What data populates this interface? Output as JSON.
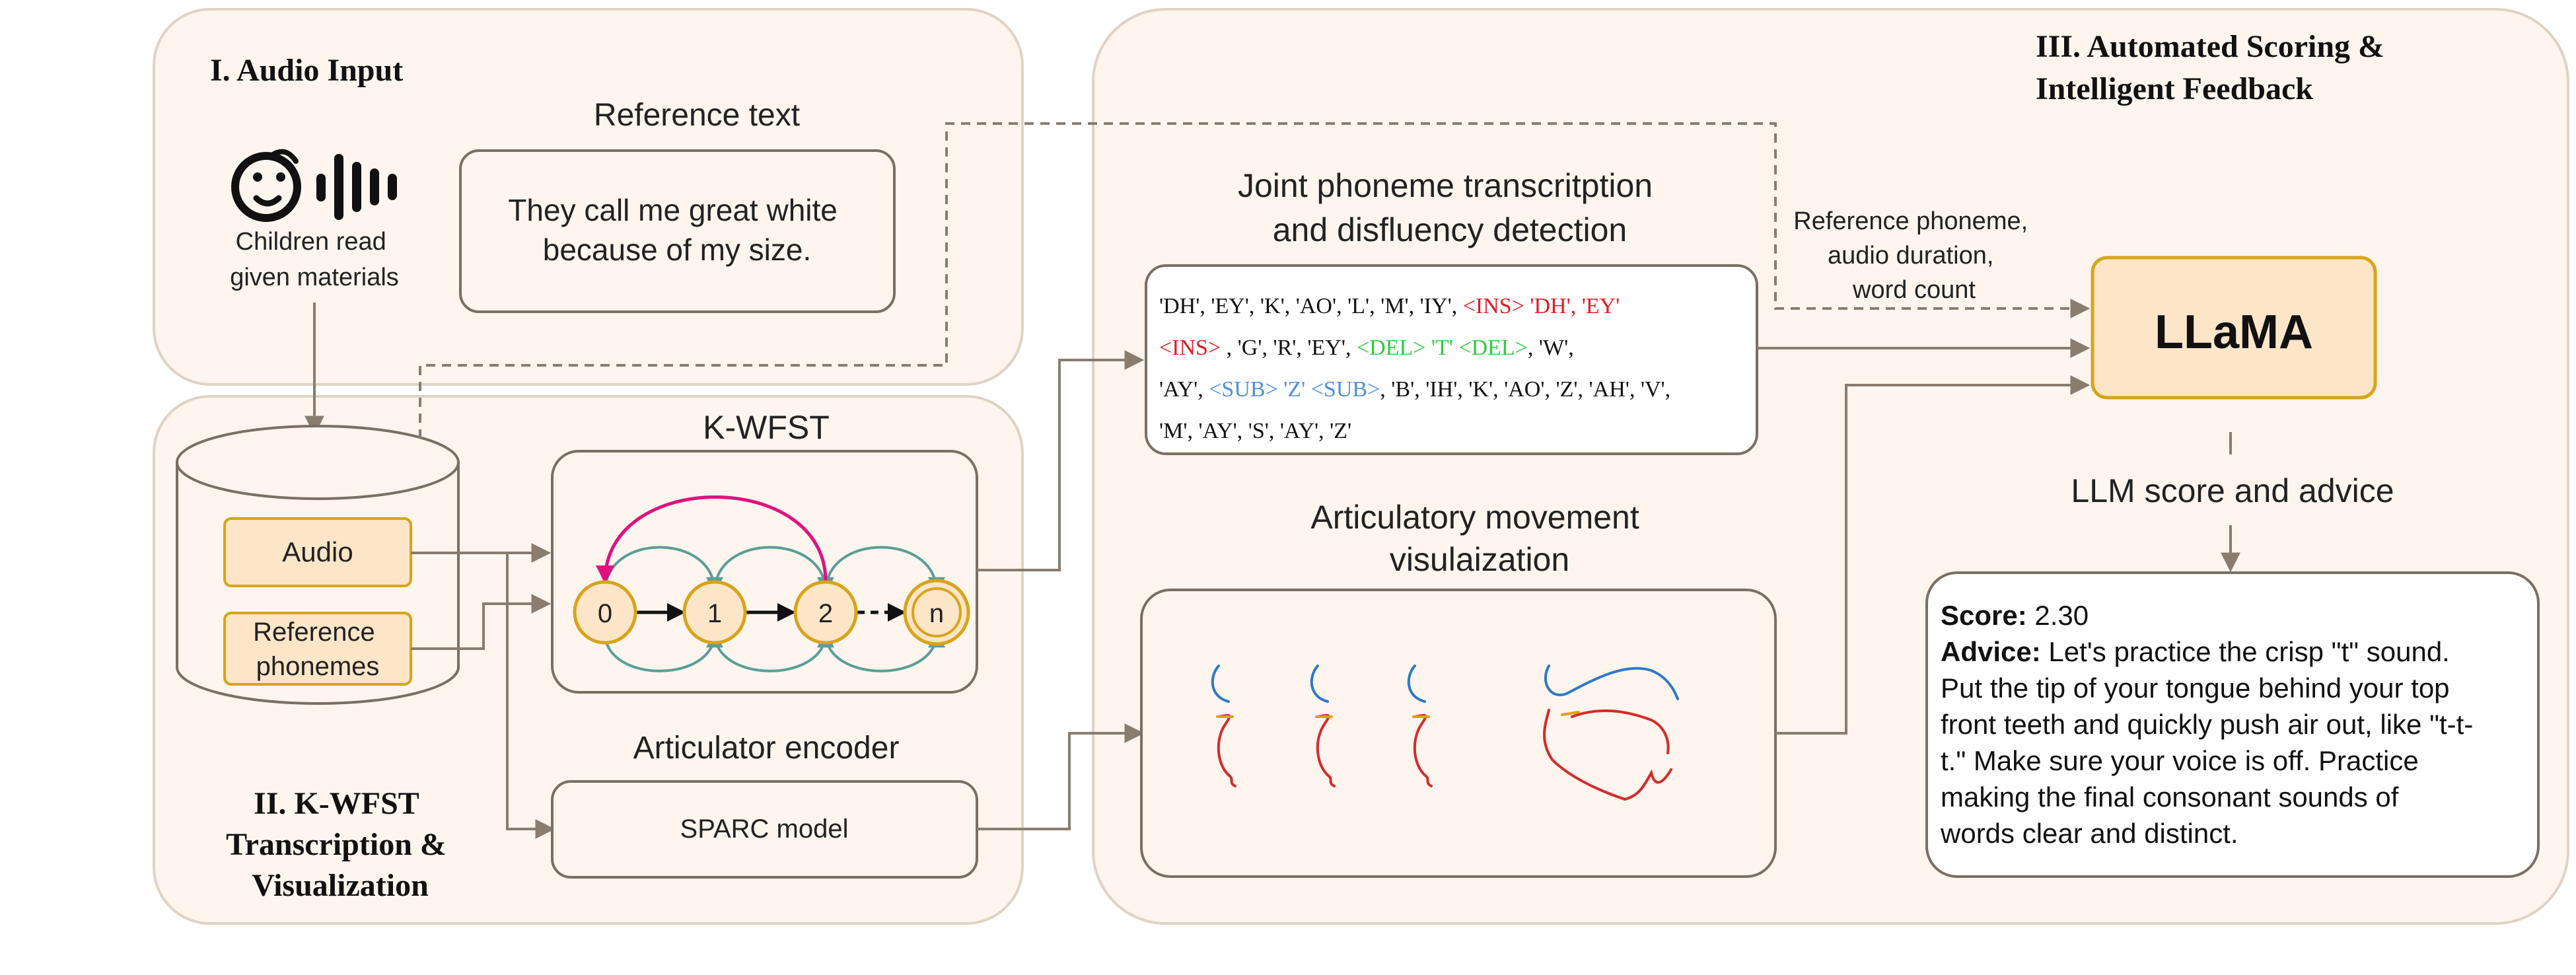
{
  "sections": {
    "audio_input": {
      "title": "I. Audio Input"
    },
    "kwfst": {
      "title_lines": [
        "II. K-WFST",
        "Transcription &",
        "Visualization"
      ]
    },
    "scoring": {
      "title_lines": [
        "III. Automated Scoring &",
        "Intelligent Feedback"
      ]
    }
  },
  "audio_input": {
    "caption_lines": [
      "Children read",
      "given materials"
    ],
    "reference_label": "Reference text",
    "reference_text_lines": [
      "They call me great white",
      "because of my size."
    ]
  },
  "database": {
    "audio_label": "Audio",
    "phonemes_label_lines": [
      "Reference",
      "phonemes"
    ]
  },
  "kwfst": {
    "label": "K-WFST",
    "states": [
      "0",
      "1",
      "2",
      "n"
    ]
  },
  "encoder": {
    "label": "Articulator encoder",
    "model_label": "SPARC model"
  },
  "transcription": {
    "title_lines": [
      "Joint phoneme transcritption",
      "and disfluency detection"
    ],
    "lines": [
      [
        {
          "text": "'DH', 'EY', 'K', 'AO', 'L', 'M', 'IY', ",
          "kind": "normal"
        },
        {
          "text": "<INS> 'DH', 'EY'",
          "kind": "ins"
        }
      ],
      [
        {
          "text": "<INS>",
          "kind": "ins"
        },
        {
          "text": " , 'G', 'R', 'EY', ",
          "kind": "normal"
        },
        {
          "text": "<DEL> 'T' <DEL>",
          "kind": "del"
        },
        {
          "text": ", 'W',",
          "kind": "normal"
        }
      ],
      [
        {
          "text": "'AY', ",
          "kind": "normal"
        },
        {
          "text": "<SUB> 'Z' <SUB>",
          "kind": "sub"
        },
        {
          "text": ", 'B', 'IH', 'K', 'AO', 'Z', 'AH', 'V',",
          "kind": "normal"
        }
      ],
      [
        {
          "text": "'M', 'AY', 'S', 'AY', 'Z'",
          "kind": "normal"
        }
      ]
    ]
  },
  "visualization": {
    "title_lines": [
      "Articulatory movement",
      "visulaization"
    ]
  },
  "llm": {
    "name": "LLaMA",
    "inputs_label_lines": [
      "Reference phoneme,",
      "audio duration,",
      "word count"
    ],
    "output_label": "LLM score and advice"
  },
  "feedback": {
    "score_label": "Score:",
    "score_value": "2.30",
    "advice_label": "Advice:",
    "advice_lines": [
      " Let's practice the crisp \"t\" sound.",
      "Put the tip of your tongue behind your top",
      "front teeth and quickly push air out, like \"t-t-",
      "t.\" Make sure your voice is off. Practice",
      "making the final consonant sounds of",
      "words clear and distinct."
    ]
  },
  "colors": {
    "panel_fill": "#fdf5ee",
    "panel_stroke": "#e0d3c4",
    "box_stroke": "#7a6f63",
    "node_fill": "#fde5c8",
    "node_stroke": "#d8a41a",
    "arrow": "#8a7d70",
    "teal": "#5a9e98",
    "magenta": "#e0117f",
    "ins": "#e01b24",
    "del": "#2ecc40",
    "sub": "#4a90e2",
    "tongue_blue": "#2f79c6",
    "tongue_red": "#d62a2a"
  }
}
